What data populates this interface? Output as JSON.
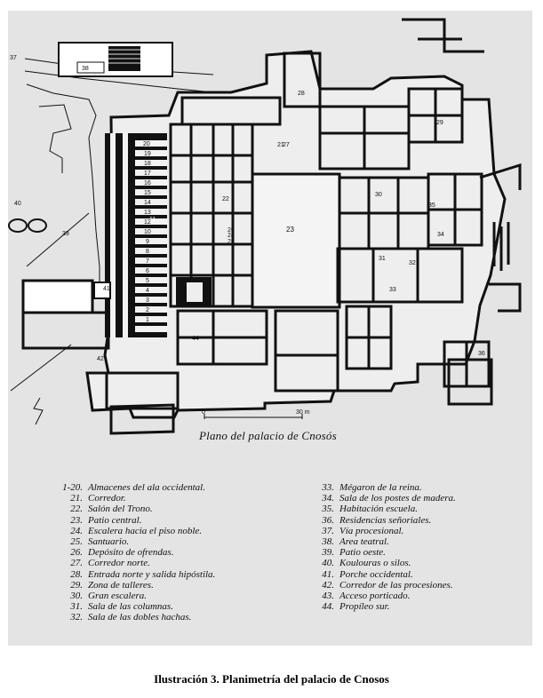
{
  "plan_title": "Plano del palacio de Cnosós",
  "scale_bar": {
    "start": "0",
    "end": "30 m"
  },
  "map_labels": {
    "n20": "20",
    "n19": "19",
    "n18": "18",
    "n17": "17",
    "n16": "16",
    "n15": "15",
    "n14": "14",
    "n13": "13",
    "n12": "12",
    "n11": "11",
    "n10": "10",
    "n9": "9",
    "n8": "8",
    "n7": "7",
    "n6": "6",
    "n5": "5",
    "n4": "4",
    "n3": "3",
    "n2": "2",
    "n1": "1",
    "n21": "21",
    "n22": "22",
    "n23": "23",
    "n24": "24",
    "n25": "25",
    "n26": "26",
    "n27": "27",
    "n28": "28",
    "n29": "29",
    "n30": "30",
    "n31": "31",
    "n32": "32",
    "n33": "33",
    "n34": "34",
    "n35": "35",
    "n36": "36",
    "n37": "37",
    "n38": "38",
    "n39": "39",
    "n40": "40",
    "n41": "41",
    "n42": "42",
    "n44": "44"
  },
  "legend_left": [
    {
      "num": "1-20.",
      "text": "Almacenes del ala occidental."
    },
    {
      "num": "21.",
      "text": "Corredor."
    },
    {
      "num": "22.",
      "text": "Salón del Trono."
    },
    {
      "num": "23.",
      "text": "Patio central."
    },
    {
      "num": "24.",
      "text": "Escalera hacia el piso noble."
    },
    {
      "num": "25.",
      "text": "Santuario."
    },
    {
      "num": "26.",
      "text": "Depósito de ofrendas."
    },
    {
      "num": "27.",
      "text": "Corredor norte."
    },
    {
      "num": "28.",
      "text": "Entrada norte y salida hipóstila."
    },
    {
      "num": "29.",
      "text": "Zona de talleres."
    },
    {
      "num": "30.",
      "text": "Gran escalera."
    },
    {
      "num": "31.",
      "text": "Sala de las columnas."
    },
    {
      "num": "32.",
      "text": "Sala de las dobles hachas."
    }
  ],
  "legend_right": [
    {
      "num": "33.",
      "text": "Mégaron de la reina."
    },
    {
      "num": "34.",
      "text": "Sala de los postes de madera."
    },
    {
      "num": "35.",
      "text": "Habitación escuela."
    },
    {
      "num": "36.",
      "text": "Residencias señoriales."
    },
    {
      "num": "37.",
      "text": "Vía procesional."
    },
    {
      "num": "38.",
      "text": "Area teatral."
    },
    {
      "num": "39.",
      "text": "Patio oeste."
    },
    {
      "num": "40.",
      "text": "Koulouras o silos."
    },
    {
      "num": "41.",
      "text": "Porche occidental."
    },
    {
      "num": "42.",
      "text": "Corredor de las procesiones."
    },
    {
      "num": "43.",
      "text": "Acceso porticado."
    },
    {
      "num": "44.",
      "text": "Propíleo sur."
    }
  ],
  "caption": "Ilustración 3. Planimetría del palacio de Cnosos"
}
